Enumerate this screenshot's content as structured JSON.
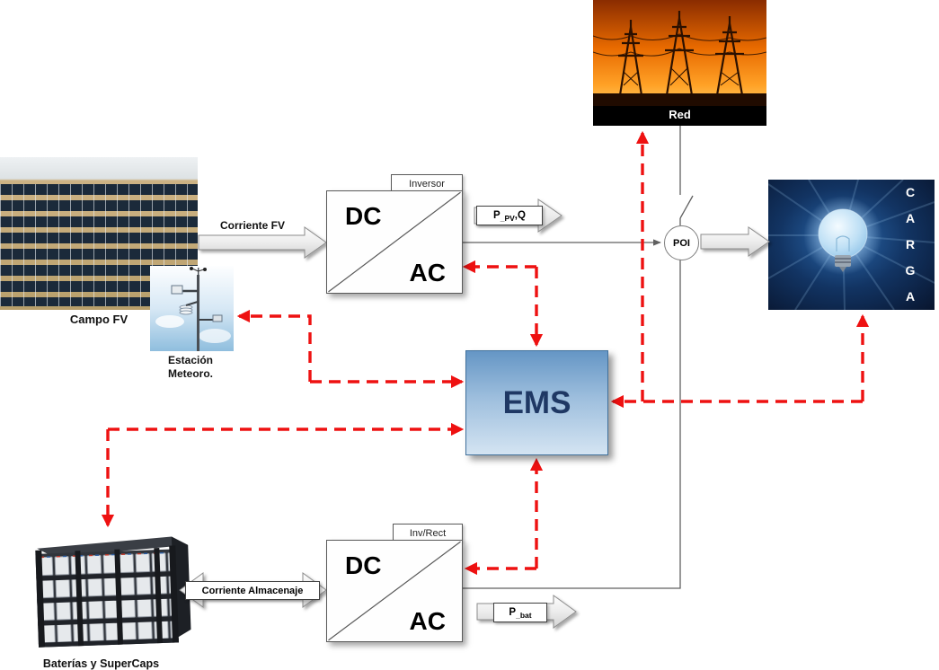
{
  "labels": {
    "red": "Red",
    "campo_fv": "Campo FV",
    "estacion_line1": "Estación",
    "estacion_line2": "Meteoro.",
    "inversor_tab": "Inversor",
    "invrect_tab": "Inv/Rect",
    "dc": "DC",
    "ac": "AC",
    "ems": "EMS",
    "poi": "POI",
    "baterias": "Baterías y SuperCaps",
    "carga_letters": [
      "C",
      "A",
      "R",
      "G",
      "A"
    ]
  },
  "flows": {
    "corriente_fv": "Corriente FV",
    "corriente_almacenaje": "Corriente Almacenaje",
    "p_pv_main": "P",
    "p_pv_sub": "_PV",
    "p_pv_rest": ",Q",
    "p_bat_main": "P",
    "p_bat_sub": "_bat"
  },
  "colors": {
    "control_signal": "#ee1111",
    "connector": "#606060",
    "ems_fill_top": "#6596c5",
    "ems_fill_bottom": "#d4e4f2",
    "ems_text": "#1f3864"
  }
}
